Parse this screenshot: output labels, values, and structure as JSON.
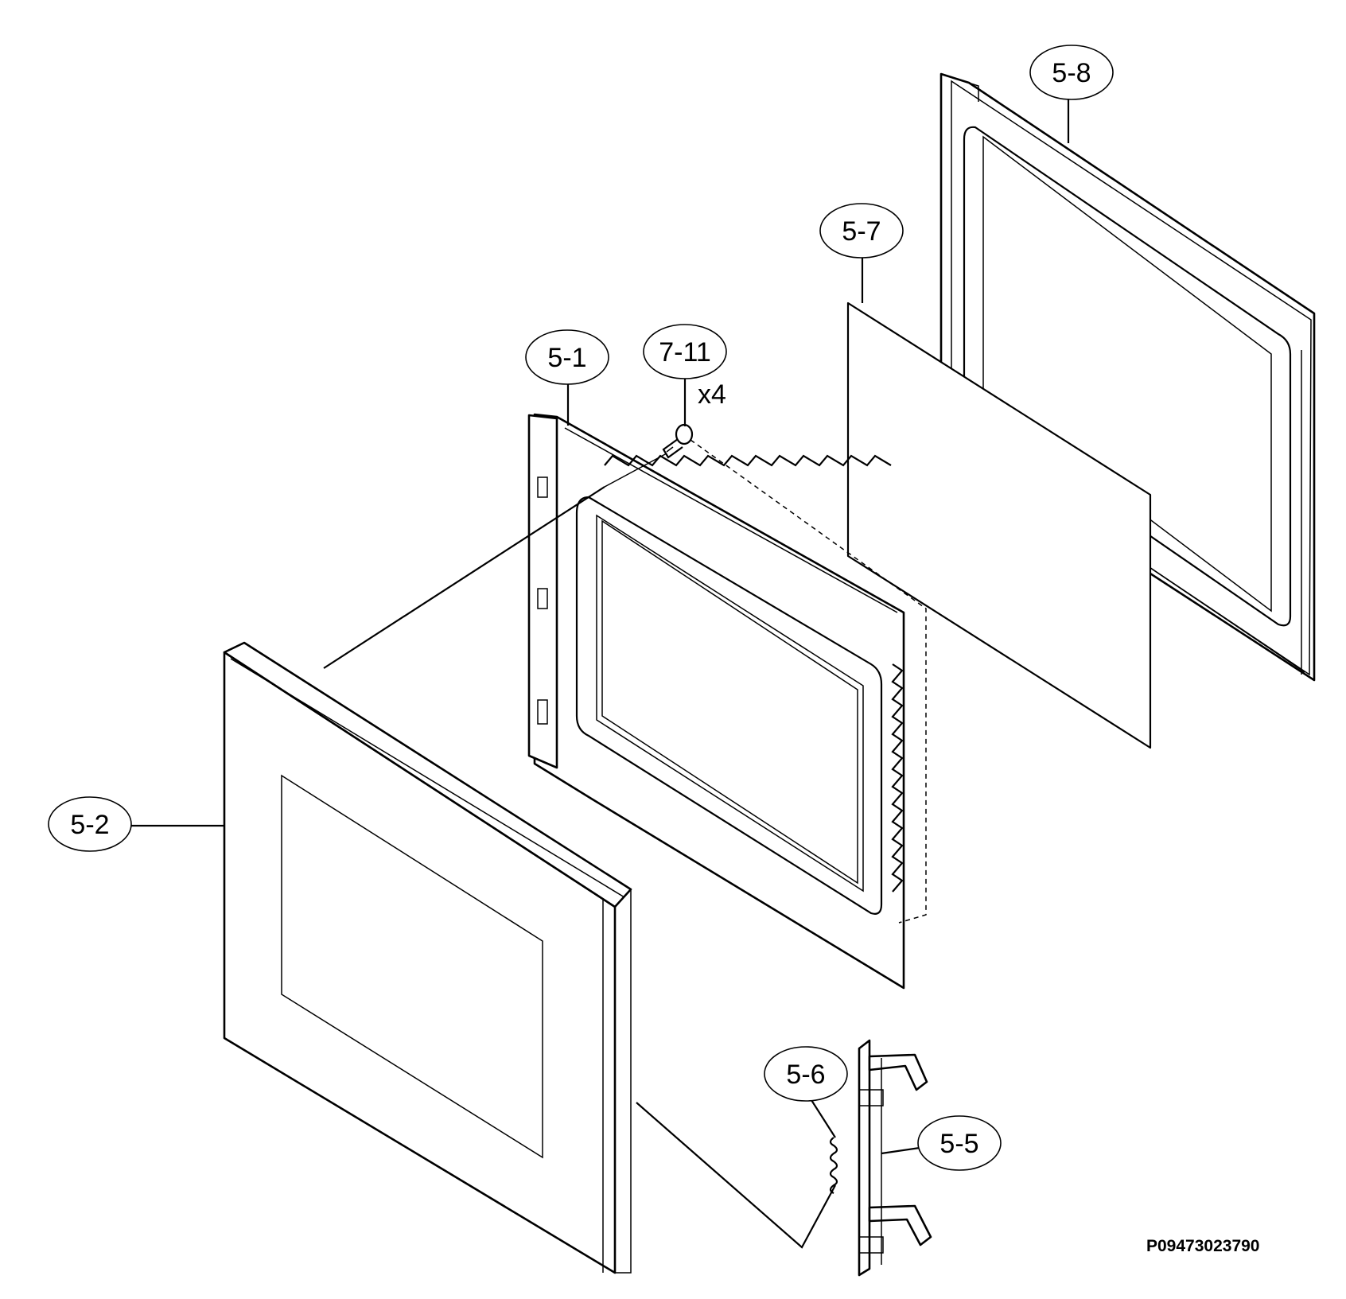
{
  "callouts": {
    "c58": "5-8",
    "c57": "5-7",
    "c51": "5-1",
    "c711": "7-11",
    "qty711": "x4",
    "c52": "5-2",
    "c56": "5-6",
    "c55": "5-5"
  },
  "drawing_code": "P09473023790"
}
